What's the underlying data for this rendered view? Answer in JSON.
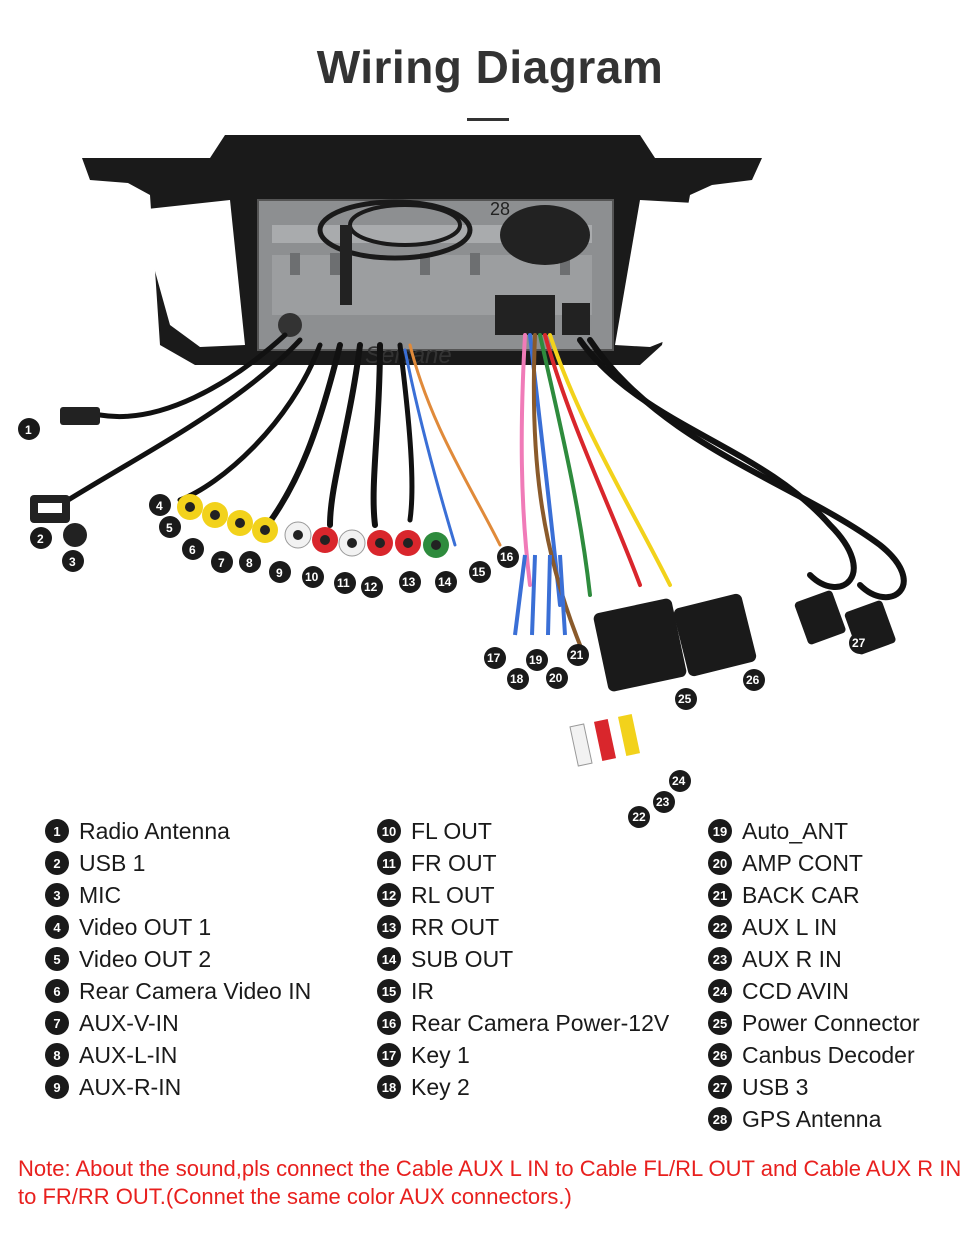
{
  "title": "Wiring Diagram",
  "brand_watermark": "Seicane",
  "gps_callout": "28",
  "legend": {
    "col1": [
      {
        "num": "1",
        "label": "Radio Antenna"
      },
      {
        "num": "2",
        "label": "USB 1"
      },
      {
        "num": "3",
        "label": "MIC"
      },
      {
        "num": "4",
        "label": "Video OUT 1"
      },
      {
        "num": "5",
        "label": "Video OUT 2"
      },
      {
        "num": "6",
        "label": "Rear Camera Video IN"
      },
      {
        "num": "7",
        "label": "AUX-V-IN"
      },
      {
        "num": "8",
        "label": "AUX-L-IN"
      },
      {
        "num": "9",
        "label": "AUX-R-IN"
      }
    ],
    "col2": [
      {
        "num": "10",
        "label": "FL OUT"
      },
      {
        "num": "11",
        "label": "FR OUT"
      },
      {
        "num": "12",
        "label": "RL OUT"
      },
      {
        "num": "13",
        "label": "RR OUT"
      },
      {
        "num": "14",
        "label": "SUB OUT"
      },
      {
        "num": "15",
        "label": "IR"
      },
      {
        "num": "16",
        "label": "Rear Camera Power-12V"
      },
      {
        "num": "17",
        "label": "Key 1"
      },
      {
        "num": "18",
        "label": "Key 2"
      }
    ],
    "col3": [
      {
        "num": "19",
        "label": "Auto_ANT"
      },
      {
        "num": "20",
        "label": "AMP CONT"
      },
      {
        "num": "21",
        "label": "BACK CAR"
      },
      {
        "num": "22",
        "label": "AUX L IN"
      },
      {
        "num": "23",
        "label": "AUX R IN"
      },
      {
        "num": "24",
        "label": "CCD AVIN"
      },
      {
        "num": "25",
        "label": "Power Connector"
      },
      {
        "num": "26",
        "label": "Canbus Decoder"
      },
      {
        "num": "27",
        "label": "USB 3"
      },
      {
        "num": "28",
        "label": "GPS Antenna"
      }
    ]
  },
  "note": "Note: About the sound,pls connect the Cable AUX L IN to Cable FL/RL OUT and Cable AUX R IN to  FR/RR OUT.(Connet the same color AUX connectors.)",
  "colors": {
    "note_red": "#e8201e",
    "badge_black": "#1a1a1a",
    "rca_yellow": "#f2d21b",
    "rca_red": "#d9262c",
    "rca_white": "#f2f2f2",
    "rca_green": "#2e8b3d"
  }
}
